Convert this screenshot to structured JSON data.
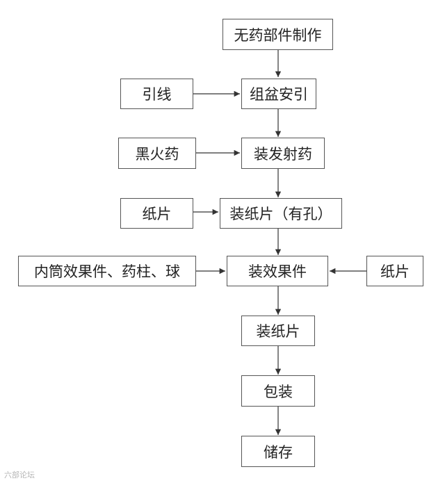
{
  "flow": {
    "step1": "无药部件制作",
    "step2": "组盆安引",
    "step3": "装发射药",
    "step4": "装纸片（有孔）",
    "step5": "装效果件",
    "step6": "装纸片",
    "step7": "包装",
    "step8": "储存"
  },
  "inputs": {
    "fuse": "引线",
    "black_powder": "黑火药",
    "paper_left": "纸片",
    "effect_parts": "内筒效果件、药柱、球",
    "paper_right": "纸片"
  },
  "watermark": "六部论坛"
}
